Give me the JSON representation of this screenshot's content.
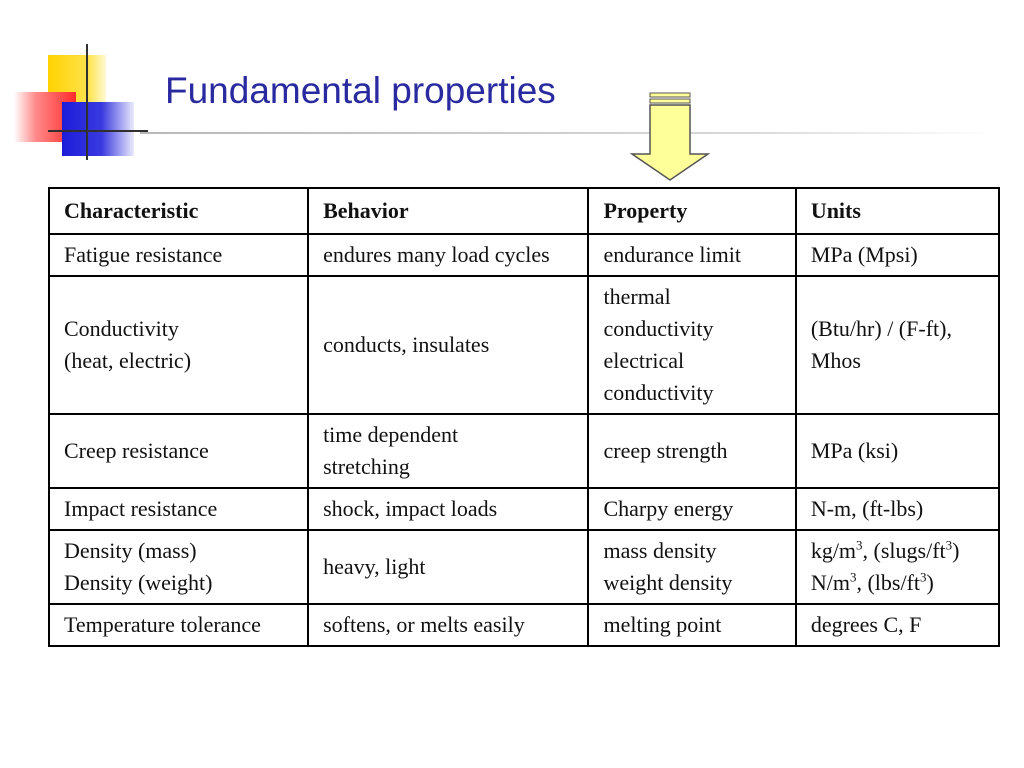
{
  "title": "Fundamental properties",
  "colors": {
    "title": "#2a2aa0",
    "arrow_fill": "#ffff99",
    "logo_yellow": "#ffd200",
    "logo_red": "#ff2a2a",
    "logo_blue": "#1c1cd8"
  },
  "icons": {
    "logo": "colored-squares-logo-icon",
    "arrow": "down-arrow-icon"
  },
  "table": {
    "headers": [
      "Characteristic",
      "Behavior",
      "Property",
      "Units"
    ],
    "rows": [
      {
        "characteristic": [
          "Fatigue resistance"
        ],
        "behavior": [
          "endures many load cycles"
        ],
        "property": [
          "endurance limit"
        ],
        "units": [
          "MPa (Mpsi)"
        ]
      },
      {
        "characteristic": [
          "Conductivity",
          "(heat, electric)"
        ],
        "behavior": [
          "conducts, insulates"
        ],
        "property": [
          "thermal",
          "conductivity",
          "electrical",
          "conductivity"
        ],
        "units": [
          "(Btu/hr) / (F-ft),",
          "Mhos"
        ]
      },
      {
        "characteristic": [
          "Creep resistance"
        ],
        "behavior": [
          "time dependent",
          "stretching"
        ],
        "property": [
          "creep strength"
        ],
        "units": [
          "MPa (ksi)"
        ]
      },
      {
        "characteristic": [
          "Impact resistance"
        ],
        "behavior": [
          "shock, impact loads"
        ],
        "property": [
          "Charpy energy"
        ],
        "units": [
          "N-m, (ft-lbs)"
        ]
      },
      {
        "characteristic": [
          "Density (mass)",
          "Density (weight)"
        ],
        "behavior": [
          "heavy, light"
        ],
        "property": [
          "mass density",
          "weight density"
        ],
        "units_rich": [
          {
            "a": "kg/m",
            "a_sup": "3",
            "b": ", (slugs/ft",
            "b_sup": "3",
            "c": ")"
          },
          {
            "a": "N/m",
            "a_sup": "3",
            "b": ", (lbs/ft",
            "b_sup": "3",
            "c": ")"
          }
        ]
      },
      {
        "characteristic": [
          "Temperature tolerance"
        ],
        "behavior": [
          "softens, or melts easily"
        ],
        "property": [
          "melting point"
        ],
        "units": [
          "degrees C, F"
        ]
      }
    ]
  }
}
